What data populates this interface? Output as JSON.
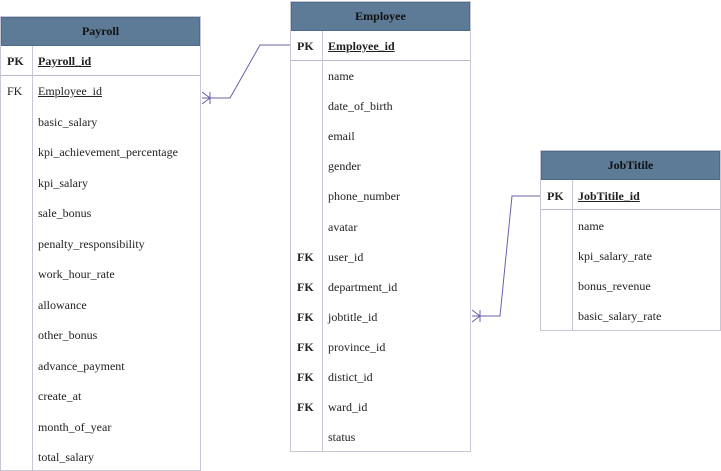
{
  "entities": {
    "payroll": {
      "title": "Payroll",
      "pk": {
        "key": "PK",
        "name": "Payroll_id"
      },
      "fields": [
        {
          "key": "FK",
          "name": "Employee_id"
        },
        {
          "key": "",
          "name": "basic_salary"
        },
        {
          "key": "",
          "name": "kpi_achievement_percentage"
        },
        {
          "key": "",
          "name": "kpi_salary"
        },
        {
          "key": "",
          "name": "sale_bonus"
        },
        {
          "key": "",
          "name": "penalty_responsibility"
        },
        {
          "key": "",
          "name": "work_hour_rate"
        },
        {
          "key": "",
          "name": "allowance"
        },
        {
          "key": "",
          "name": "other_bonus"
        },
        {
          "key": "",
          "name": "advance_payment"
        },
        {
          "key": "",
          "name": "create_at"
        },
        {
          "key": "",
          "name": "month_of_year"
        },
        {
          "key": "",
          "name": "total_salary"
        }
      ]
    },
    "employee": {
      "title": "Employee",
      "pk": {
        "key": "PK",
        "name": "Employee_id"
      },
      "fields": [
        {
          "key": "",
          "name": "name"
        },
        {
          "key": "",
          "name": "date_of_birth"
        },
        {
          "key": "",
          "name": "email"
        },
        {
          "key": "",
          "name": "gender"
        },
        {
          "key": "",
          "name": "phone_number"
        },
        {
          "key": "",
          "name": "avatar"
        },
        {
          "key": "FK",
          "name": "user_id"
        },
        {
          "key": "FK",
          "name": "department_id"
        },
        {
          "key": "FK",
          "name": "jobtitle_id"
        },
        {
          "key": "FK",
          "name": "province_id"
        },
        {
          "key": "FK",
          "name": "distict_id"
        },
        {
          "key": "FK",
          "name": "ward_id"
        },
        {
          "key": "",
          "name": "status"
        }
      ]
    },
    "jobtitle": {
      "title": "JobTitile",
      "pk": {
        "key": "PK",
        "name": "JobTitile_id"
      },
      "fields": [
        {
          "key": "",
          "name": "name"
        },
        {
          "key": "",
          "name": "kpi_salary_rate"
        },
        {
          "key": "",
          "name": "bonus_revenue"
        },
        {
          "key": "",
          "name": "basic_salary_rate"
        }
      ]
    }
  },
  "colors": {
    "header_fill": "#5d7a96",
    "connector": "#6b5fa8"
  }
}
